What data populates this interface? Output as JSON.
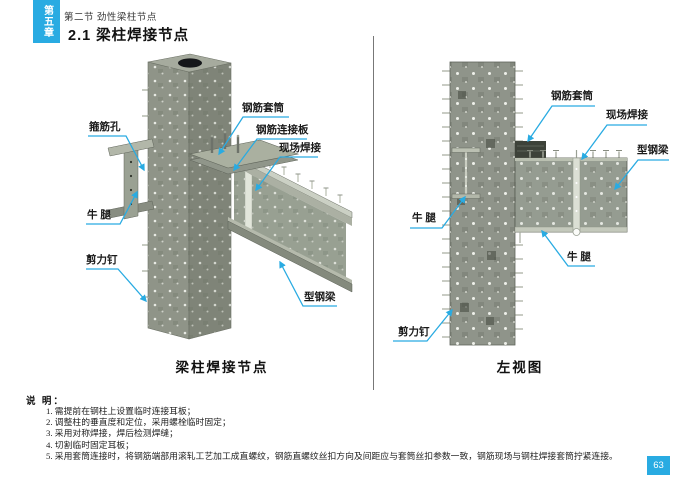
{
  "accent_color": "#29ABE2",
  "chapter_tab": "第五章",
  "header": {
    "section": "第二节 劲性梁柱节点",
    "title": "2.1 梁柱焊接节点"
  },
  "figure_left": {
    "caption": "梁柱焊接节点",
    "labels": [
      "箍筋孔",
      "钢筋套筒",
      "钢筋连接板",
      "现场焊接",
      "牛 腿",
      "剪力钉",
      "型钢梁"
    ]
  },
  "figure_right": {
    "caption": "左视图",
    "labels": [
      "钢筋套筒",
      "现场焊接",
      "型钢梁",
      "牛 腿",
      "牛 腿",
      "剪力钉"
    ]
  },
  "notes": {
    "heading": "说 明：",
    "items": [
      "1. 需提前在钢柱上设置临时连接耳板；",
      "2. 调整柱的垂直度和定位，采用螺栓临时固定；",
      "3. 采用对称焊接，焊后检测焊缝；",
      "4. 切割临时固定耳板；",
      "5. 采用套筒连接时，将钢筋端部用滚轧工艺加工成直螺纹，钢筋直螺纹丝扣方向及间距应与套筒丝扣参数一致，钢筋现场与钢柱焊接套筒拧紧连接。"
    ]
  },
  "page_number": "63"
}
